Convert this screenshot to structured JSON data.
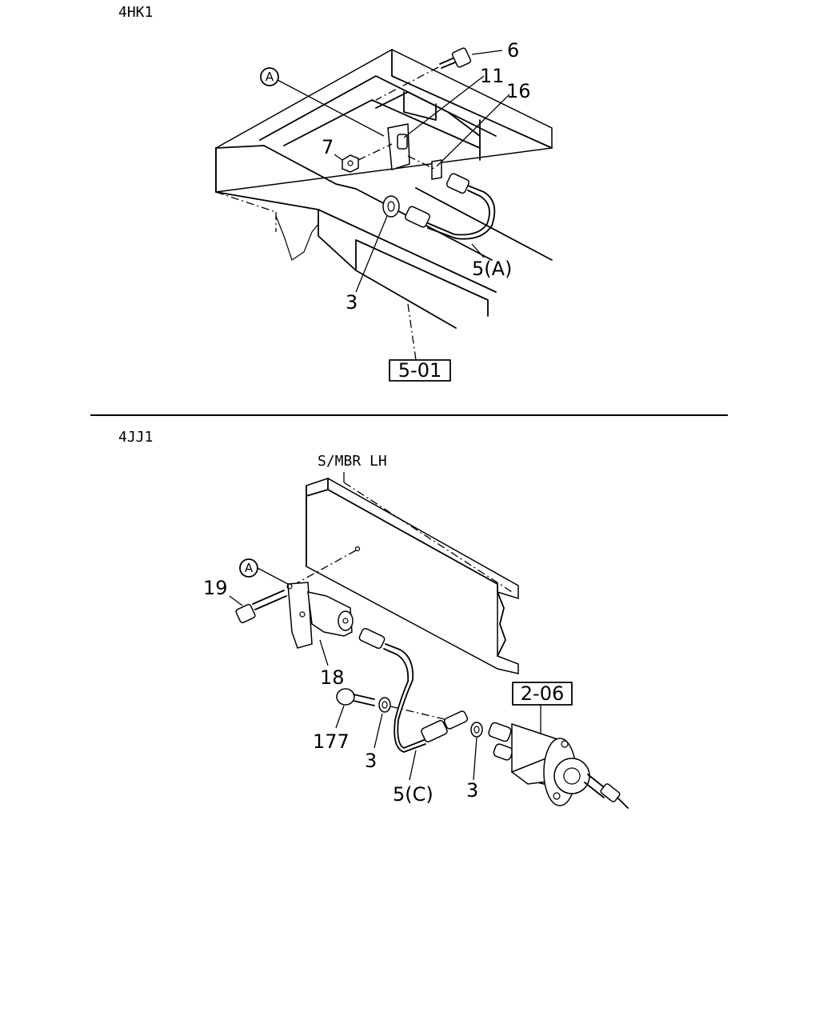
{
  "sections": [
    {
      "id": "top",
      "variant": "4HK1",
      "ref_box": "5-01",
      "callouts": [
        "6",
        "11",
        "16",
        "7",
        "5(A)",
        "3"
      ],
      "circle_mark": "A"
    },
    {
      "id": "bottom",
      "variant": "4JJ1",
      "member_label": "S/MBR  LH",
      "ref_box": "2-06",
      "callouts": [
        "19",
        "18",
        "177",
        "3",
        "5(C)",
        "3"
      ],
      "circle_mark": "A"
    }
  ]
}
